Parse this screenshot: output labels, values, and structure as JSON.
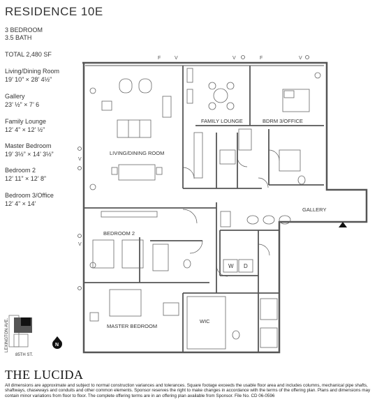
{
  "residence": {
    "title": "RESIDENCE 10E",
    "bedrooms": "3 BEDROOM",
    "baths": "3.5 BATH",
    "total": "TOTAL 2,480 SF"
  },
  "rooms": [
    {
      "name": "Living/Dining Room",
      "dims": "19’ 10” × 28’ 4½”"
    },
    {
      "name": "Gallery",
      "dims": "23’ ½” × 7’ 6"
    },
    {
      "name": "Family Lounge",
      "dims": "12’ 4” × 12’ ½”"
    },
    {
      "name": "Master Bedroom",
      "dims": "19’ 3½” × 14’ 3½”"
    },
    {
      "name": "Bedroom 2",
      "dims": "12’ 11” × 12’ 8”"
    },
    {
      "name": "Bedroom 3/Office",
      "dims": "12’ 4” × 14’"
    }
  ],
  "plan_labels": {
    "living": "LIVING/DINING ROOM",
    "family": "FAMILY LOUNGE",
    "bdrm3": "BDRM 3/OFFICE",
    "gallery": "GALLERY",
    "bedroom2": "BEDROOM 2",
    "master": "MASTER BEDROOM",
    "wic": "WIC",
    "washer": "W",
    "dryer": "D"
  },
  "key_plan": {
    "avenue": "LEXINGTON AVE.",
    "street": "85TH ST.",
    "north": "N"
  },
  "brand": "THE LUCIDA",
  "disclaimer": "All dimensions are approximate and subject to normal construction variances and tolerances.  Square footage exceeds the usable floor area and includes columns, mechanical pipe shafts, shaftways, chaseways and conduits and other common elements. Sponsor reserves the right to make changes in accordance with the terms of the offering plan. Plans and dimensions may contain minor variations from floor to floor. The complete offering terms are in an offering plan available from Sponsor. File No. CD 06-0596",
  "colors": {
    "wall": "#555555",
    "text": "#333333"
  }
}
